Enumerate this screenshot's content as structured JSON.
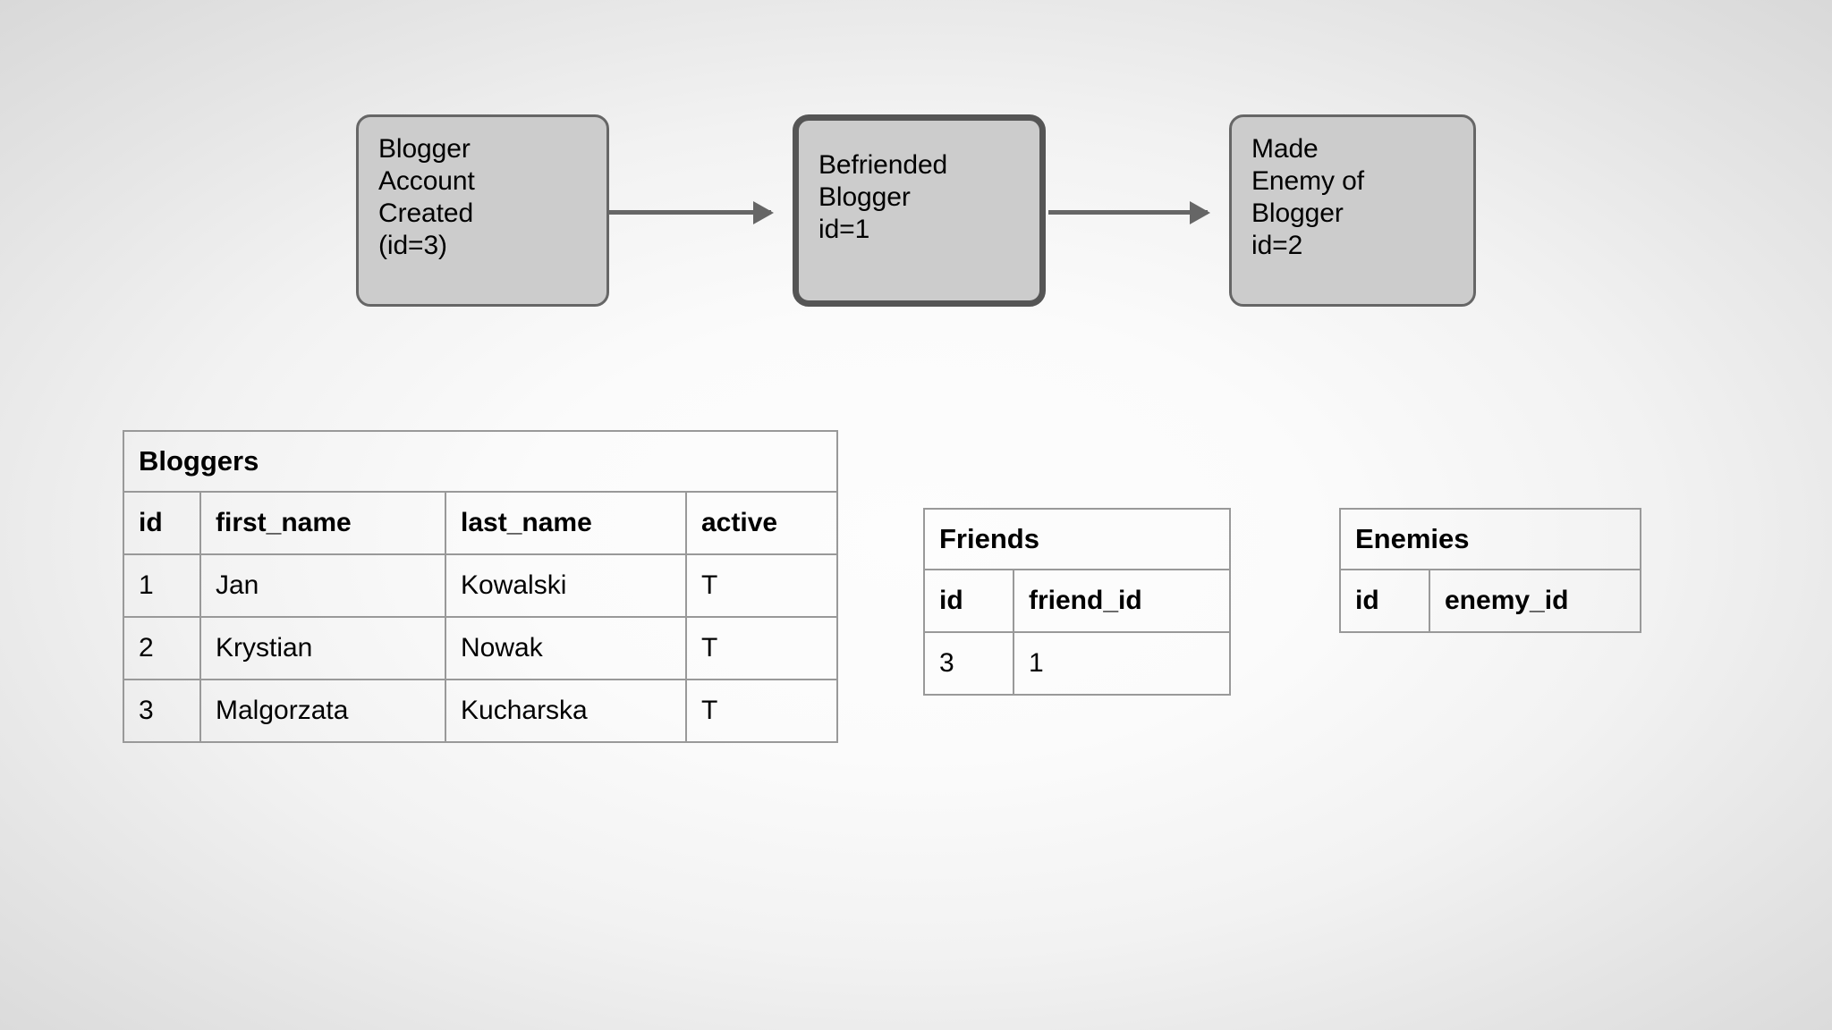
{
  "diagram": {
    "nodes": [
      {
        "id": "blogger-account-created",
        "label": "Blogger\nAccount\nCreated\n(id=3)",
        "selected": false
      },
      {
        "id": "befriended-blogger",
        "label": "Befriended\nBlogger\nid=1",
        "selected": true
      },
      {
        "id": "made-enemy-of-blogger",
        "label": "Made\nEnemy of\nBlogger\nid=2",
        "selected": false
      }
    ],
    "edges": [
      {
        "from": "blogger-account-created",
        "to": "befriended-blogger",
        "style": "arrow"
      },
      {
        "from": "befriended-blogger",
        "to": "made-enemy-of-blogger",
        "style": "arrow"
      }
    ],
    "colors": {
      "node_fill": "#cccccc",
      "node_border": "#666666",
      "node_border_selected": "#555555",
      "edge": "#666666",
      "table_border": "#999999",
      "text": "#000000",
      "background_center": "#fdfdfd",
      "background_edge": "#d4d4d4"
    }
  },
  "tables": {
    "bloggers": {
      "title": "Bloggers",
      "columns": [
        "id",
        "first_name",
        "last_name",
        "active"
      ],
      "rows": [
        [
          "1",
          "Jan",
          "Kowalski",
          "T"
        ],
        [
          "2",
          "Krystian",
          "Nowak",
          "T"
        ],
        [
          "3",
          "Malgorzata",
          "Kucharska",
          "T"
        ]
      ]
    },
    "friends": {
      "title": "Friends",
      "columns": [
        "id",
        "friend_id"
      ],
      "rows": [
        [
          "3",
          "1"
        ]
      ]
    },
    "enemies": {
      "title": "Enemies",
      "columns": [
        "id",
        "enemy_id"
      ],
      "rows": []
    }
  }
}
